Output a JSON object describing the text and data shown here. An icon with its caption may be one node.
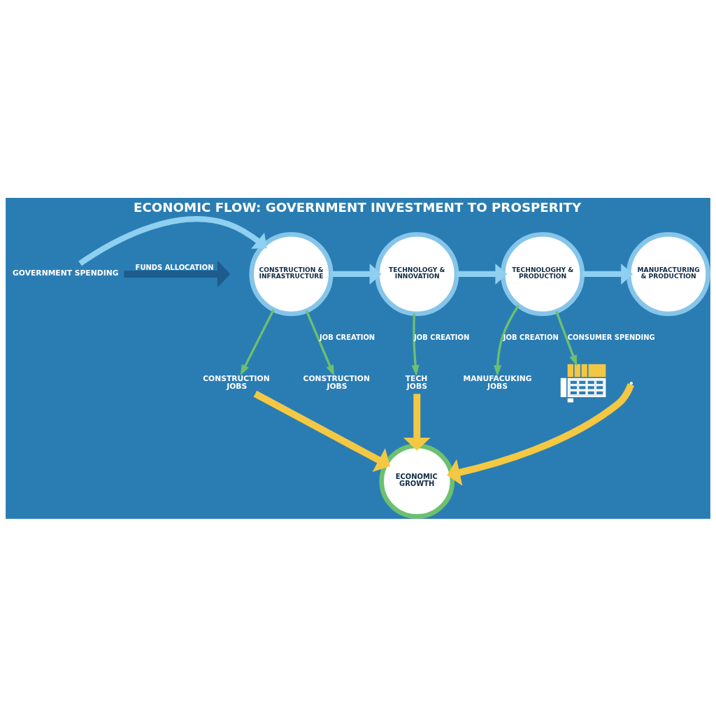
{
  "diagram": {
    "title": "ECONOMIC FLOW: GOVERNMENT INVESTMENT TO PROSPERITY",
    "nodes": [
      {
        "text": [
          "GOVERNMENT SPENDING"
        ]
      },
      {
        "text": [
          "CONSTRUCTION & INFRASTRUCTURE"
        ]
      },
      {
        "text": [
          "TECHNOLOGY & INNOVATION"
        ]
      },
      {
        "text": [
          "TECHNOLOGHY & PRODUCTION"
        ]
      },
      {
        "text": [
          "MANUFACTURING & PRODUCTION"
        ]
      },
      {
        "text": [
          "CONSTRUCTION JOBS"
        ]
      },
      {
        "text": [
          "CONSTRUCTION JOBS"
        ]
      },
      {
        "text": [
          "TECH JOBS"
        ]
      },
      {
        "text": [
          "MANUFACUKING JOBS"
        ]
      },
      {
        "text": [],
        "shape": "picture"
      },
      {
        "text": [
          "ECONOMIC GROWTH"
        ]
      }
    ],
    "edges": [
      {
        "from": 0,
        "to": 1,
        "arrow": "to",
        "color": "#8fd0f0"
      },
      {
        "from": 0,
        "to": null,
        "arrow": "to",
        "label": "FUNDS ALLOCATION",
        "color": "#1d5c8c"
      },
      {
        "from": 1,
        "to": 2,
        "arrow": "to",
        "color": "#8fd0f0"
      },
      {
        "from": 2,
        "to": 3,
        "arrow": "to",
        "color": "#8fd0f0"
      },
      {
        "from": 3,
        "to": 4,
        "arrow": "to",
        "color": "#8fd0f0"
      },
      {
        "from": 1,
        "to": 5,
        "arrow": "to"
      },
      {
        "from": 1,
        "to": 6,
        "arrow": "to",
        "label": "JOB CREATION"
      },
      {
        "from": 2,
        "to": 7,
        "arrow": "to",
        "label": "JOB CREATION"
      },
      {
        "from": 3,
        "to": 8,
        "arrow": "to",
        "label": "JOB CREATION"
      },
      {
        "from": 3,
        "to": 9,
        "arrow": "to",
        "label": "CONSUMER SPENDING"
      },
      {
        "from": 5,
        "to": 10,
        "arrow": "to",
        "color": "#f4c842"
      },
      {
        "from": 7,
        "to": 10,
        "arrow": "to",
        "color": "#f4c842"
      },
      {
        "from": null,
        "to": 10,
        "arrow": "to",
        "color": "#f4c842"
      }
    ]
  }
}
